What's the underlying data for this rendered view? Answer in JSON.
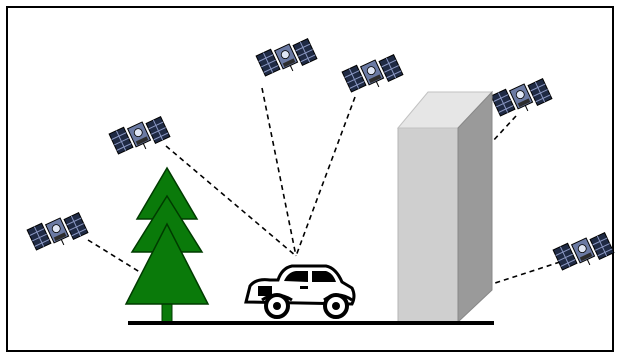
{
  "diagram": {
    "objects": [
      "satellite",
      "satellite",
      "satellite",
      "satellite",
      "satellite",
      "satellite",
      "tree",
      "car",
      "building",
      "ground"
    ],
    "colors": {
      "tree": "#0a7a0a",
      "tree_outline": "#003b00",
      "trunk": "#0a7a0a",
      "building_front": "#cfcfcf",
      "building_top": "#e6e6e6",
      "building_side": "#9a9a9a",
      "ground": "#000000",
      "signal_line": "#000000",
      "satellite_panel": "#1f2a44",
      "satellite_body": "#6b7aa3"
    }
  }
}
